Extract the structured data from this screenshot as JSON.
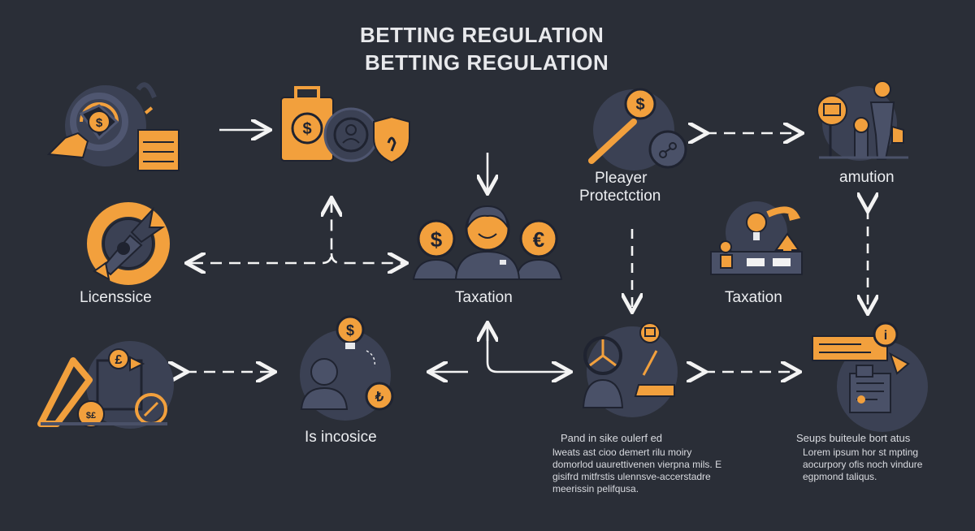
{
  "title": {
    "line1": "BETTING REGULATION",
    "line2": "BETTING REGULATION"
  },
  "colors": {
    "background": "#2a2e37",
    "accent": "#f2a03d",
    "outline": "#1f2330",
    "icon_fill": "#4a5168",
    "text": "#eceef1"
  },
  "labels": {
    "licensing": "Licenssice",
    "taxation_center": "Taxation",
    "player_protection_1": "Pleayer",
    "player_protection_2": "Protectction",
    "amution": "amution",
    "taxation_right": "Taxation",
    "incosice": "Is incosice"
  },
  "notes": {
    "center_heading": "Pand in sike oulerf ed",
    "center_body": "lweats ast cioo demert rilu moiry domorlod uaurettivenen vierpna mils. E gisifrd mitfrstis ulennsve-accerstadre meerissin pelifqusa.",
    "right_heading": "Seups buiteule bort atus",
    "right_body": "Lorem ipsum hor st mpting aocurpory ofis noch vindure egpmond taliqus."
  },
  "icons": [
    "compass-dollar-icon",
    "suitcase-dollar-icon",
    "user-shield-icon",
    "magnifier-dollar-icon",
    "figure-sign-icon",
    "rocket-badge-icon",
    "people-coins-icon",
    "lightbulb-growth-icon",
    "machinery-icon",
    "person-coins-icon",
    "thinking-person-icon",
    "document-info-icon"
  ]
}
